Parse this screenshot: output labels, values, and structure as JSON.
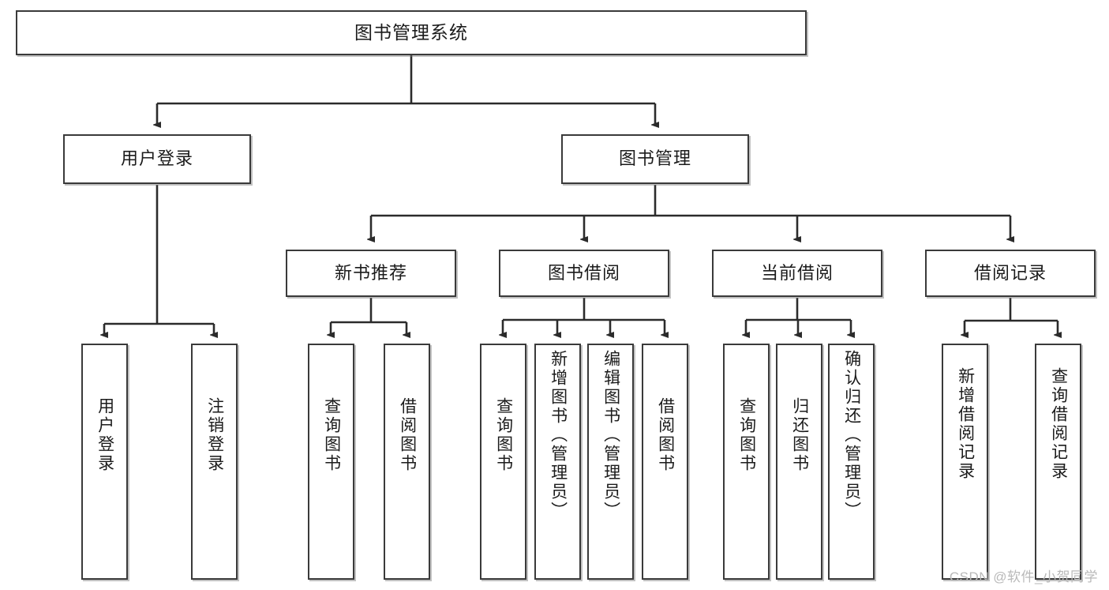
{
  "diagram": {
    "title": "图书管理系统",
    "type": "hierarchy-tree",
    "watermark": "CSDN @软件_小贺同学",
    "colors": {
      "background": "#ffffff",
      "node_border": "#3a3a3a",
      "node_fill": "#ffffff",
      "edge": "#2b2b2b",
      "text": "#1b1b1b",
      "watermark": "#b9b9b9"
    },
    "levels": {
      "root": "图书管理系统",
      "level2": [
        "用户登录",
        "图书管理"
      ],
      "level3": [
        "新书推荐",
        "图书借阅",
        "当前借阅",
        "借阅记录"
      ]
    },
    "nodes": {
      "root": {
        "label": "图书管理系统"
      },
      "user_login": {
        "label": "用户登录"
      },
      "book_manage": {
        "label": "图书管理"
      },
      "new_book_rec": {
        "label": "新书推荐"
      },
      "book_borrow": {
        "label": "图书借阅"
      },
      "current_borrow": {
        "label": "当前借阅"
      },
      "borrow_record": {
        "label": "借阅记录"
      },
      "leaf_user_login": {
        "label": "用户登录"
      },
      "leaf_logout": {
        "label": "注销登录"
      },
      "leaf_query_book_1": {
        "label": "查询图书"
      },
      "leaf_borrow_book_1": {
        "label": "借阅图书"
      },
      "leaf_query_book_2": {
        "label": "查询图书"
      },
      "leaf_add_book": {
        "label": "新增图书（管理员）"
      },
      "leaf_edit_book": {
        "label": "编辑图书（管理员）"
      },
      "leaf_borrow_book_2": {
        "label": "借阅图书"
      },
      "leaf_query_book_3": {
        "label": "查询图书"
      },
      "leaf_return_book": {
        "label": "归还图书"
      },
      "leaf_confirm_return": {
        "label": "确认归还（管理员）"
      },
      "leaf_add_record": {
        "label": "新增借阅记录"
      },
      "leaf_query_record": {
        "label": "查询借阅记录"
      }
    }
  }
}
